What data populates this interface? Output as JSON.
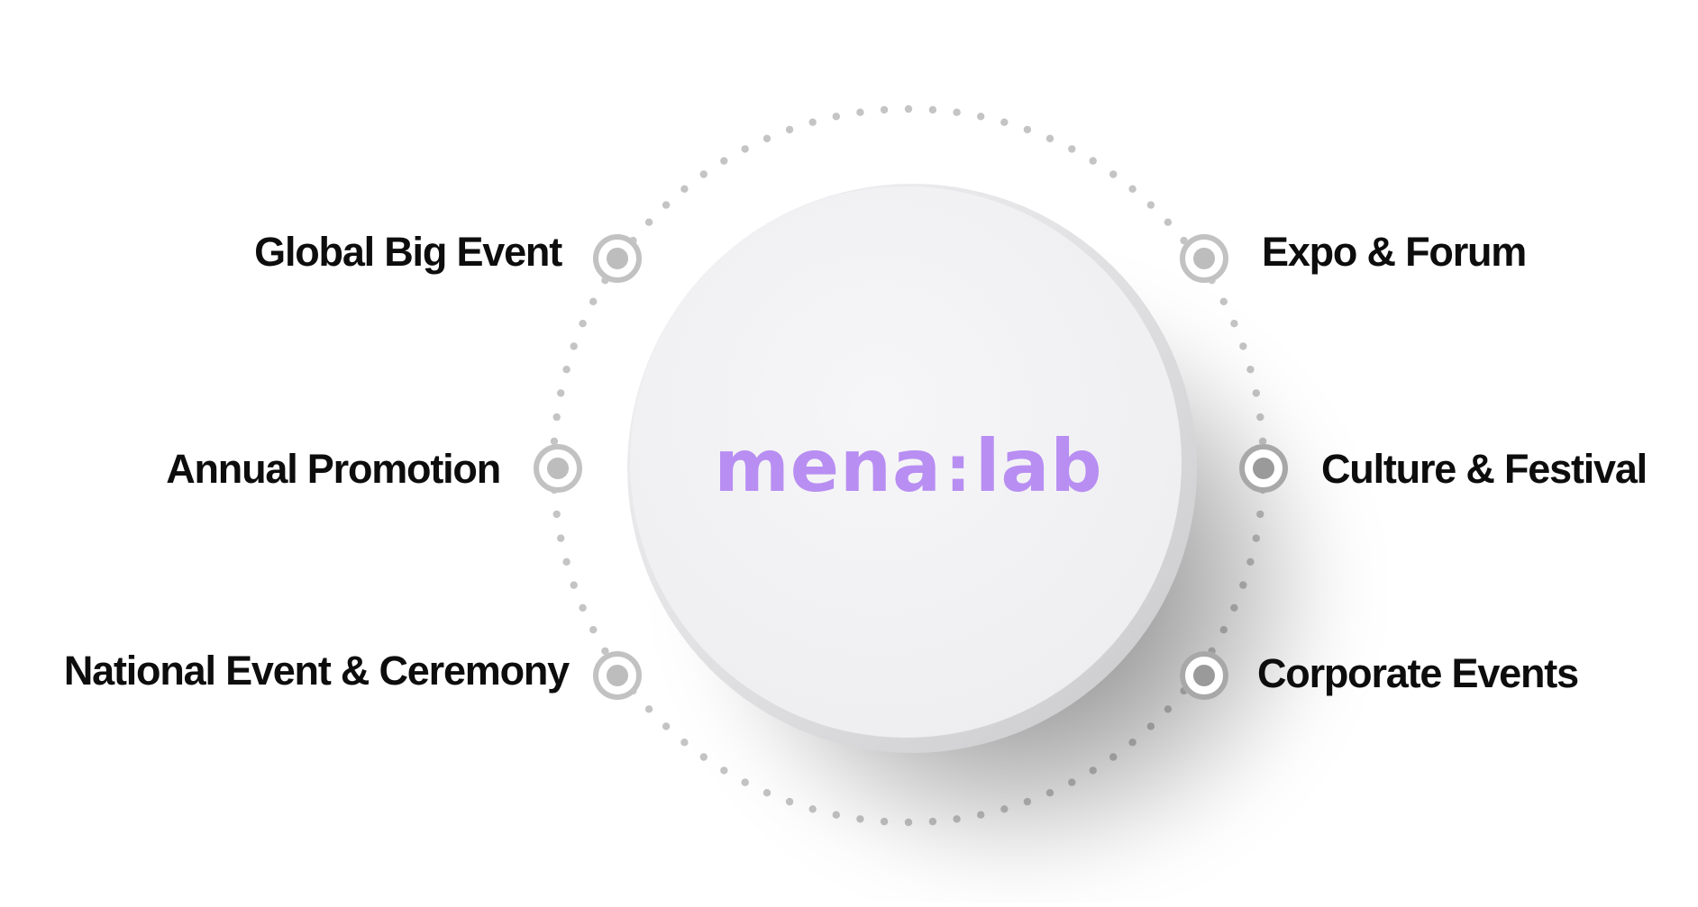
{
  "brand": {
    "prefix": "mena",
    "separator": ":",
    "suffix": "lab",
    "color": "#b88ef2"
  },
  "ring": {
    "dot_color": "#c4c4c4",
    "node_ring_color": "#c2c2c2",
    "node_dot_color_light": "#bdbdbd",
    "node_dot_color_dark": "#9a9a9a"
  },
  "categories": {
    "global_big_event": "Global Big Event",
    "annual_promotion": "Annual Promotion",
    "national_event_ceremony": "National Event & Ceremony",
    "expo_forum": "Expo & Forum",
    "culture_festival": "Culture & Festival",
    "corporate_events": "Corporate Events"
  }
}
